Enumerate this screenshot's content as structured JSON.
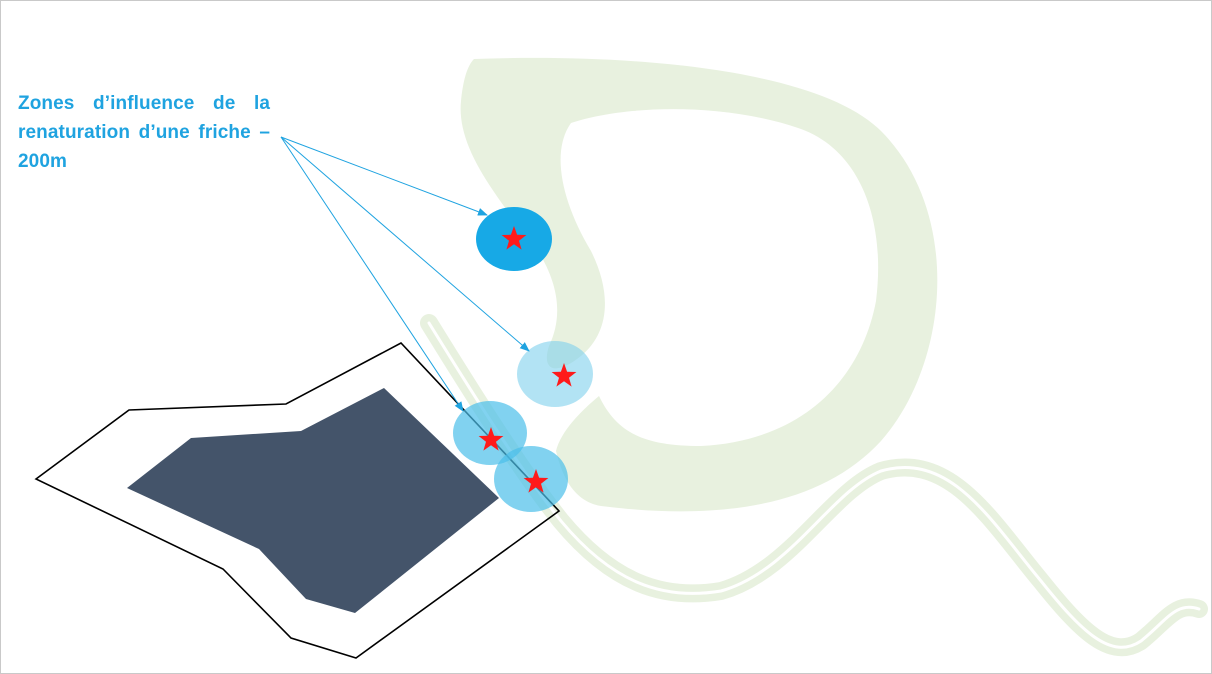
{
  "annotation": {
    "text": "Zones d’influence de la renaturation d’une friche – 200m"
  },
  "colors": {
    "text": "#1fa3e0",
    "arrow": "#1fa3e0",
    "green_corridor": "#e8f1df",
    "zone_solid": "#17a9e6",
    "zone_light": "#7fd0ec",
    "star": "#ff1a1a",
    "building_fill": "#44546a",
    "parcel_outline": "#000000"
  },
  "icons": [
    "star-icon"
  ],
  "zones": [
    {
      "id": "zone-1",
      "style": "solid"
    },
    {
      "id": "zone-2",
      "style": "light"
    },
    {
      "id": "zone-3",
      "style": "light"
    },
    {
      "id": "zone-4",
      "style": "light"
    }
  ]
}
